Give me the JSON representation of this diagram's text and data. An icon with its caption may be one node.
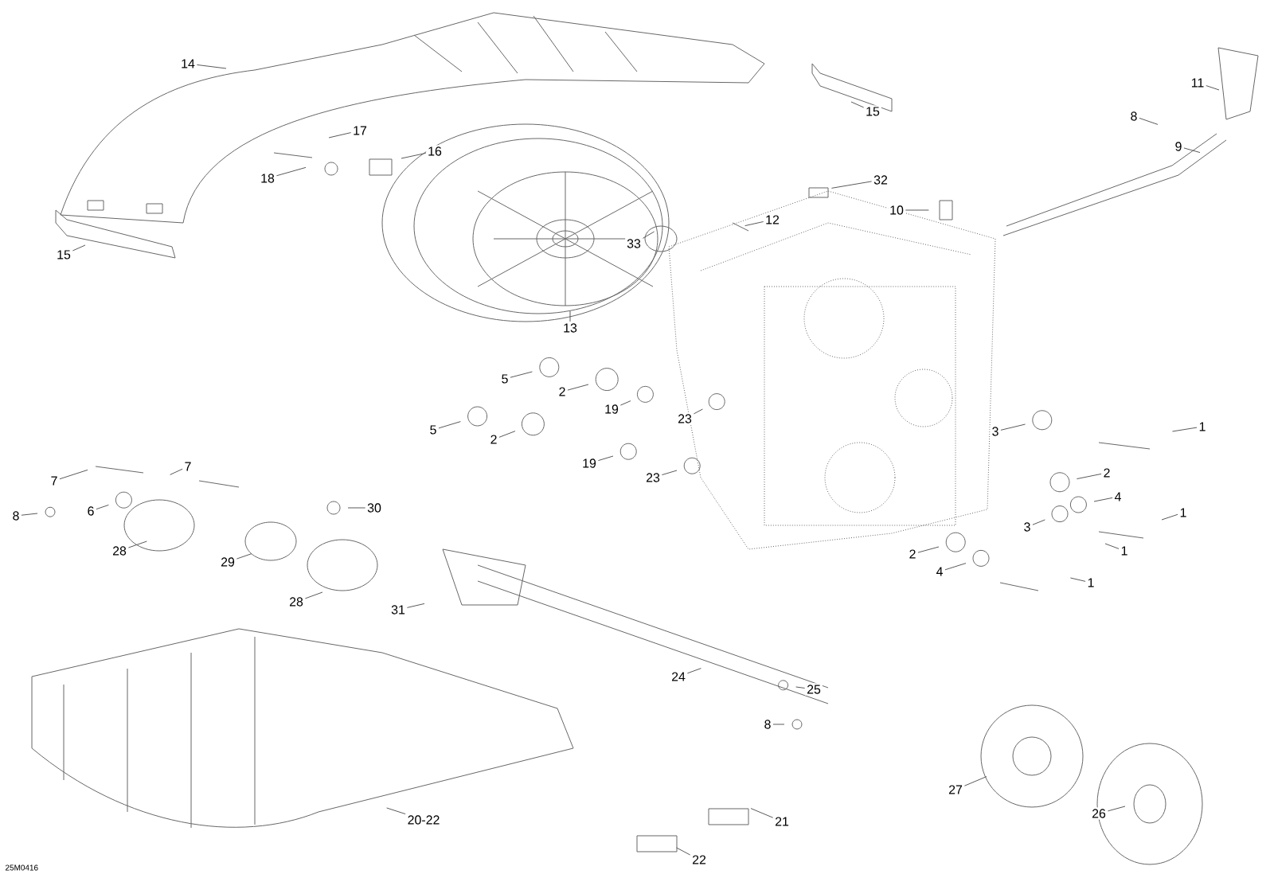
{
  "diagram": {
    "nodes": [
      {
        "text": [
          "14"
        ]
      },
      {
        "text": [
          "11"
        ]
      },
      {
        "text": [
          "15"
        ]
      },
      {
        "text": [
          "8"
        ]
      },
      {
        "text": [
          "17"
        ]
      },
      {
        "text": [
          "16"
        ]
      },
      {
        "text": [
          "9"
        ]
      },
      {
        "text": [
          "18"
        ]
      },
      {
        "text": [
          "32"
        ]
      },
      {
        "text": [
          "12"
        ]
      },
      {
        "text": [
          "10"
        ]
      },
      {
        "text": [
          "15"
        ]
      },
      {
        "text": [
          "33"
        ]
      },
      {
        "text": [
          "13"
        ]
      },
      {
        "text": [
          "5"
        ]
      },
      {
        "text": [
          "2"
        ]
      },
      {
        "text": [
          "19"
        ]
      },
      {
        "text": [
          "23"
        ]
      },
      {
        "text": [
          "1"
        ]
      },
      {
        "text": [
          "5"
        ]
      },
      {
        "text": [
          "3"
        ]
      },
      {
        "text": [
          "2"
        ]
      },
      {
        "text": [
          "19"
        ]
      },
      {
        "text": [
          "7"
        ]
      },
      {
        "text": [
          "2"
        ]
      },
      {
        "text": [
          "23"
        ]
      },
      {
        "text": [
          "7"
        ]
      },
      {
        "text": [
          "4"
        ]
      },
      {
        "text": [
          "8"
        ]
      },
      {
        "text": [
          "6"
        ]
      },
      {
        "text": [
          "30"
        ]
      },
      {
        "text": [
          "1"
        ]
      },
      {
        "text": [
          "3"
        ]
      },
      {
        "text": [
          "28"
        ]
      },
      {
        "text": [
          "1"
        ]
      },
      {
        "text": [
          "2"
        ]
      },
      {
        "text": [
          "29"
        ]
      },
      {
        "text": [
          "4"
        ]
      },
      {
        "text": [
          "1"
        ]
      },
      {
        "text": [
          "28"
        ]
      },
      {
        "text": [
          "31"
        ]
      },
      {
        "text": [
          "24"
        ]
      },
      {
        "text": [
          "25"
        ]
      },
      {
        "text": [
          "8"
        ]
      },
      {
        "text": [
          "27"
        ]
      },
      {
        "text": [
          "26"
        ]
      },
      {
        "text": [
          "21"
        ]
      },
      {
        "text": [
          "20-22"
        ]
      },
      {
        "text": [
          "22"
        ]
      }
    ],
    "edges": [
      {
        "from": 0,
        "to": null,
        "arrow": "none"
      },
      {
        "from": 1,
        "to": null,
        "arrow": "none"
      },
      {
        "from": 2,
        "to": null,
        "arrow": "none"
      },
      {
        "from": 3,
        "to": null,
        "arrow": "none"
      },
      {
        "from": 4,
        "to": null,
        "arrow": "none"
      },
      {
        "from": 5,
        "to": null,
        "arrow": "none"
      },
      {
        "from": 6,
        "to": null,
        "arrow": "none"
      },
      {
        "from": 7,
        "to": null,
        "arrow": "none"
      },
      {
        "from": 8,
        "to": null,
        "arrow": "none"
      },
      {
        "from": 9,
        "to": null,
        "arrow": "none"
      },
      {
        "from": 10,
        "to": null,
        "arrow": "none"
      },
      {
        "from": 11,
        "to": null,
        "arrow": "none"
      },
      {
        "from": 12,
        "to": null,
        "arrow": "none"
      },
      {
        "from": 13,
        "to": null,
        "arrow": "none"
      },
      {
        "from": 14,
        "to": null,
        "arrow": "none"
      },
      {
        "from": 15,
        "to": null,
        "arrow": "none"
      },
      {
        "from": 16,
        "to": null,
        "arrow": "none"
      },
      {
        "from": 17,
        "to": null,
        "arrow": "none"
      },
      {
        "from": 18,
        "to": null,
        "arrow": "none"
      },
      {
        "from": 19,
        "to": null,
        "arrow": "none"
      },
      {
        "from": 20,
        "to": null,
        "arrow": "none"
      },
      {
        "from": 21,
        "to": null,
        "arrow": "none"
      },
      {
        "from": 22,
        "to": null,
        "arrow": "none"
      },
      {
        "from": 23,
        "to": null,
        "arrow": "none"
      },
      {
        "from": 24,
        "to": null,
        "arrow": "none"
      },
      {
        "from": 25,
        "to": null,
        "arrow": "none"
      },
      {
        "from": 26,
        "to": null,
        "arrow": "none"
      },
      {
        "from": 27,
        "to": null,
        "arrow": "none"
      },
      {
        "from": 28,
        "to": null,
        "arrow": "none"
      },
      {
        "from": 29,
        "to": null,
        "arrow": "none"
      },
      {
        "from": 30,
        "to": null,
        "arrow": "none"
      },
      {
        "from": 31,
        "to": null,
        "arrow": "none"
      },
      {
        "from": 32,
        "to": null,
        "arrow": "none"
      },
      {
        "from": 33,
        "to": null,
        "arrow": "none"
      },
      {
        "from": 34,
        "to": null,
        "arrow": "none"
      },
      {
        "from": 35,
        "to": null,
        "arrow": "none"
      },
      {
        "from": 36,
        "to": null,
        "arrow": "none"
      },
      {
        "from": 37,
        "to": null,
        "arrow": "none"
      },
      {
        "from": 38,
        "to": null,
        "arrow": "none"
      },
      {
        "from": 39,
        "to": null,
        "arrow": "none"
      },
      {
        "from": 40,
        "to": null,
        "arrow": "none"
      },
      {
        "from": 41,
        "to": null,
        "arrow": "none"
      },
      {
        "from": 42,
        "to": null,
        "arrow": "none"
      },
      {
        "from": 43,
        "to": null,
        "arrow": "none"
      },
      {
        "from": 44,
        "to": null,
        "arrow": "none"
      },
      {
        "from": 45,
        "to": null,
        "arrow": "none"
      },
      {
        "from": 46,
        "to": null,
        "arrow": "none"
      },
      {
        "from": 47,
        "to": null,
        "arrow": "none"
      },
      {
        "from": 48,
        "to": null,
        "arrow": "none"
      }
    ],
    "labels": [
      "25M0416"
    ]
  }
}
